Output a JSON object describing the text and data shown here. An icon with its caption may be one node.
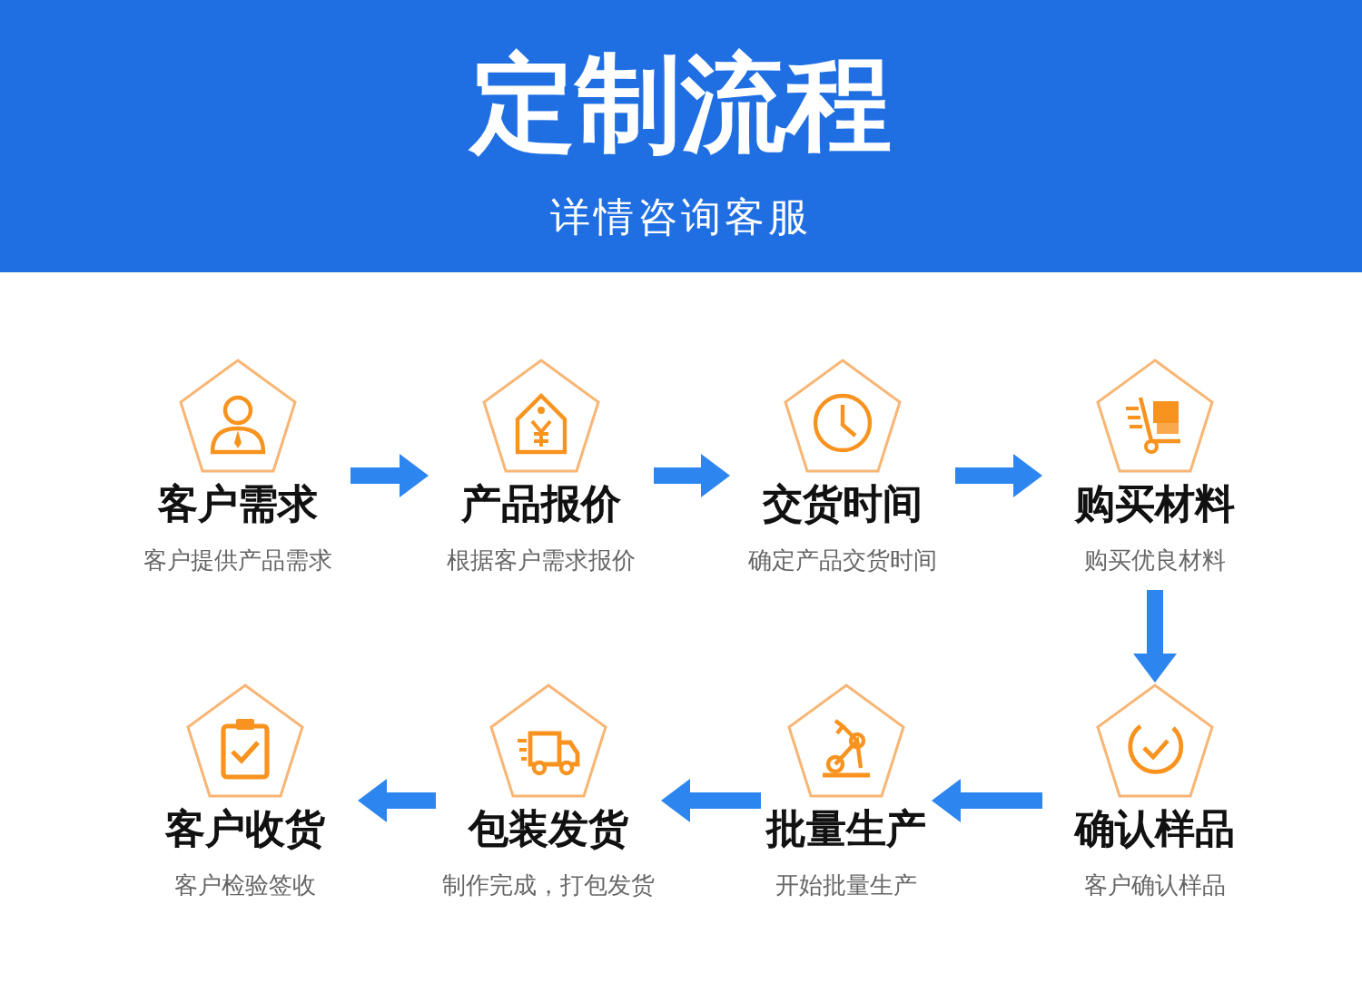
{
  "diagram": {
    "title": "定制流程",
    "nodes": [
      {
        "text": [
          "客户需求",
          "客户提供产品需求"
        ]
      },
      {
        "text": [
          "产品报价",
          "根据客户需求报价"
        ]
      },
      {
        "text": [
          "交货时间",
          "确定产品交货时间"
        ]
      },
      {
        "text": [
          "购买材料",
          "购买优良材料"
        ]
      },
      {
        "text": [
          "客户收货",
          "客户检验签收"
        ]
      },
      {
        "text": [
          "包装发货",
          "制作完成，打包发货"
        ]
      },
      {
        "text": [
          "批量生产",
          "开始批量生产"
        ]
      },
      {
        "text": [
          "确认样品",
          "客户确认样品"
        ]
      }
    ],
    "edges": [
      {
        "from": 0,
        "to": 1,
        "arrow": "to"
      },
      {
        "from": 1,
        "to": 2,
        "arrow": "to"
      },
      {
        "from": 2,
        "to": 3,
        "arrow": "to"
      },
      {
        "from": 3,
        "to": 7,
        "arrow": "to"
      },
      {
        "from": 7,
        "to": 6,
        "arrow": "to"
      },
      {
        "from": 6,
        "to": 5,
        "arrow": "to"
      },
      {
        "from": 5,
        "to": 4,
        "arrow": "to"
      }
    ],
    "labels": [
      "详情咨询客服"
    ]
  }
}
